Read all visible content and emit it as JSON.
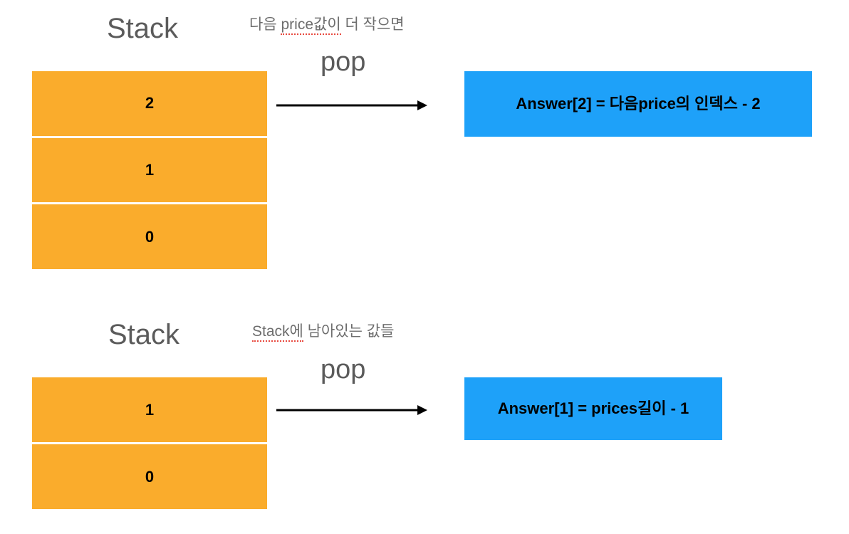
{
  "colors": {
    "stack_cell": "#faac2c",
    "result_box": "#1ea1f9",
    "title_text": "#5b5b5b",
    "caption_text": "#6d6d6d",
    "arrow": "#000000",
    "spellcheck_underline": "#e8493f",
    "background": "#ffffff"
  },
  "sections": [
    {
      "title": "Stack",
      "caption": "다음 price값이 더 작으면",
      "caption_misspelled": "price값이",
      "caption_prefix": "다음 ",
      "caption_suffix": " 더 작으면",
      "operation_label": "pop",
      "arrow": "arrow-right-icon",
      "stack_values": [
        "2",
        "1",
        "0"
      ],
      "result": "Answer[2] = 다음price의 인덱스 - 2"
    },
    {
      "title": "Stack",
      "caption": "Stack에 남아있는 값들",
      "caption_misspelled": "Stack에",
      "caption_prefix": "",
      "caption_suffix": " 남아있는 값들",
      "operation_label": "pop",
      "arrow": "arrow-right-icon",
      "stack_values": [
        "1",
        "0"
      ],
      "result": "Answer[1] = prices길이 - 1"
    }
  ]
}
